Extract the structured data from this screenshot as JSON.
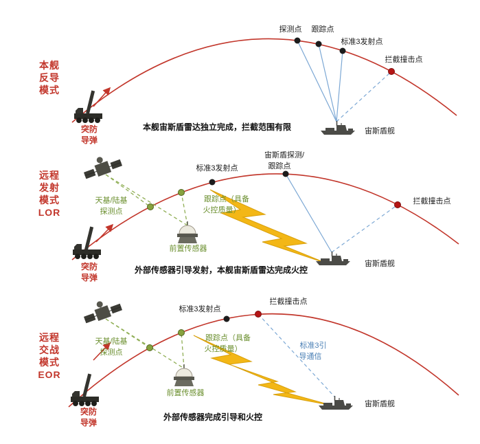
{
  "colors": {
    "trajectory_red": "#c2362b",
    "link_blue": "#7ba7d4",
    "sensor_green": "#6b8f2f",
    "datalink_yellow": "#f3b40a",
    "intercept_dot_red": "#b51515",
    "point_black": "#1c1c1c"
  },
  "icons": {
    "missile_launcher": "missile-launcher-icon",
    "aegis_ship": "aegis-ship-icon",
    "satellite": "satellite-icon",
    "forward_sensor": "forward-sensor-radar-icon",
    "datalink": "lightning-datalink-icon"
  },
  "panels": [
    {
      "mode_lines": [
        "本舰",
        "反导",
        "模式"
      ],
      "caption": "本舰宙斯盾雷达独立完成，拦截范围有限",
      "labels": {
        "detect": "探测点",
        "track": "跟踪点",
        "sm3_launch": "标准3发射点",
        "intercept": "拦截撞击点",
        "ship": "宙斯盾舰",
        "missile_l1": "突防",
        "missile_l2": "导弹"
      }
    },
    {
      "mode_lines": [
        "远程",
        "发射",
        "模式",
        "LOR"
      ],
      "caption": "外部传感器引导发射，本舰宙斯盾雷达完成火控",
      "labels": {
        "external_l1": "天基/陆基",
        "external_l2": "探测点",
        "fc_track_l1": "跟踪点（具备",
        "fc_track_l2": "火控质量）",
        "sm3_launch": "标准3发射点",
        "aegis_l1": "宙斯盾探测/",
        "aegis_l2": "跟踪点",
        "intercept": "拦截撞击点",
        "sensor": "前置传感器",
        "ship": "宙斯盾舰",
        "missile_l1": "突防",
        "missile_l2": "导弹"
      }
    },
    {
      "mode_lines": [
        "远程",
        "交战",
        "模式",
        "EOR"
      ],
      "caption": "外部传感器完成引导和火控",
      "labels": {
        "external_l1": "天基/陆基",
        "external_l2": "探测点",
        "fc_track_l1": "跟踪点（具备",
        "fc_track_l2": "火控质量）",
        "sm3_launch": "标准3发射点",
        "intercept": "拦截撞击点",
        "guidance_l1": "标准3引",
        "guidance_l2": "导通信",
        "sensor": "前置传感器",
        "ship": "宙斯盾舰",
        "missile_l1": "突防",
        "missile_l2": "导弹"
      }
    }
  ]
}
